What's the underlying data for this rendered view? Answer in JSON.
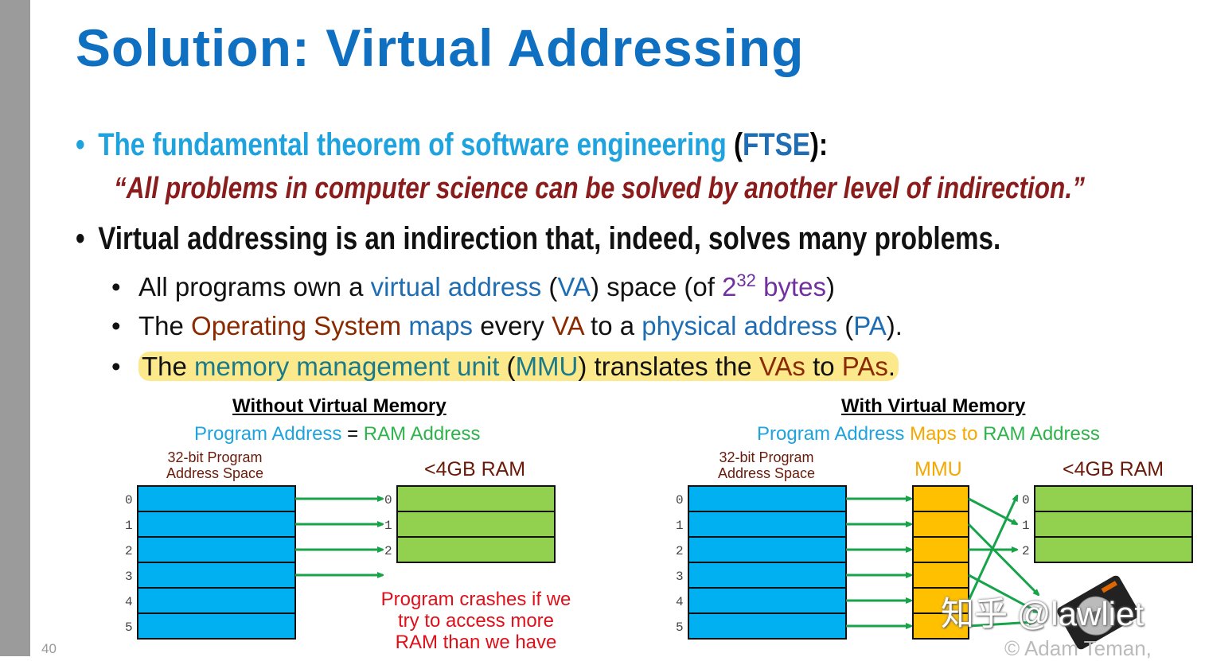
{
  "title": "Solution: Virtual Addressing",
  "bullet1": {
    "bullet": "•",
    "a": "The fundamental theorem of software engineering",
    "b": " (",
    "c": "FTSE",
    "d": "):"
  },
  "quote": "“All problems in computer science can be solved by another level of indirection.”",
  "bullet2": {
    "bullet": "•",
    "text": "Virtual addressing is an indirection that, indeed, solves many problems."
  },
  "sub1": [
    "All programs own a ",
    "virtual address",
    " (",
    "VA",
    ") space (of ",
    "2",
    "32",
    " bytes",
    ")"
  ],
  "sub2": [
    "The ",
    "Operating System",
    " ",
    "maps",
    " every ",
    "VA",
    " to a ",
    "physical address",
    " (",
    "PA",
    "",
    ")."
  ],
  "sub3": [
    "The ",
    "memory management unit",
    " (",
    "MMU",
    ") translates the ",
    "VAs",
    " to ",
    "PAs",
    "."
  ],
  "sub_bullet": "•",
  "left_diagram": {
    "heading": "Without Virtual Memory",
    "sub_a": "Program Address",
    "sub_eq": " = ",
    "sub_b": "RAM Address",
    "space_label_1": "32-bit Program",
    "space_label_2": "Address Space",
    "ram_label": "<4GB RAM",
    "rows": [
      "0",
      "1",
      "2",
      "3",
      "4",
      "5"
    ],
    "ram_rows": [
      "0",
      "1",
      "2"
    ],
    "crash_1": "Program crashes if we",
    "crash_2": "try to access more",
    "crash_3": "RAM than we have"
  },
  "right_diagram": {
    "heading": "With Virtual Memory",
    "sub_a": "Program Address",
    "sub_m": " Maps to ",
    "sub_b": "RAM Address",
    "space_label_1": "32-bit Program",
    "space_label_2": "Address Space",
    "mmu_label": "MMU",
    "ram_label": "<4GB RAM",
    "rows": [
      "0",
      "1",
      "2",
      "3",
      "4",
      "5"
    ],
    "ram_rows": [
      "0",
      "1",
      "2"
    ],
    "disk_icon": "hard-disk-icon"
  },
  "page_number": "40",
  "copyright": "© Adam Teman,",
  "watermark": "知乎 @lawliet",
  "colors": {
    "title": "#0f6fc0",
    "program": "#00b0f0",
    "ram": "#92d050",
    "mmu": "#ffc000",
    "arrow": "#16a34a",
    "crash": "#e0101a"
  }
}
